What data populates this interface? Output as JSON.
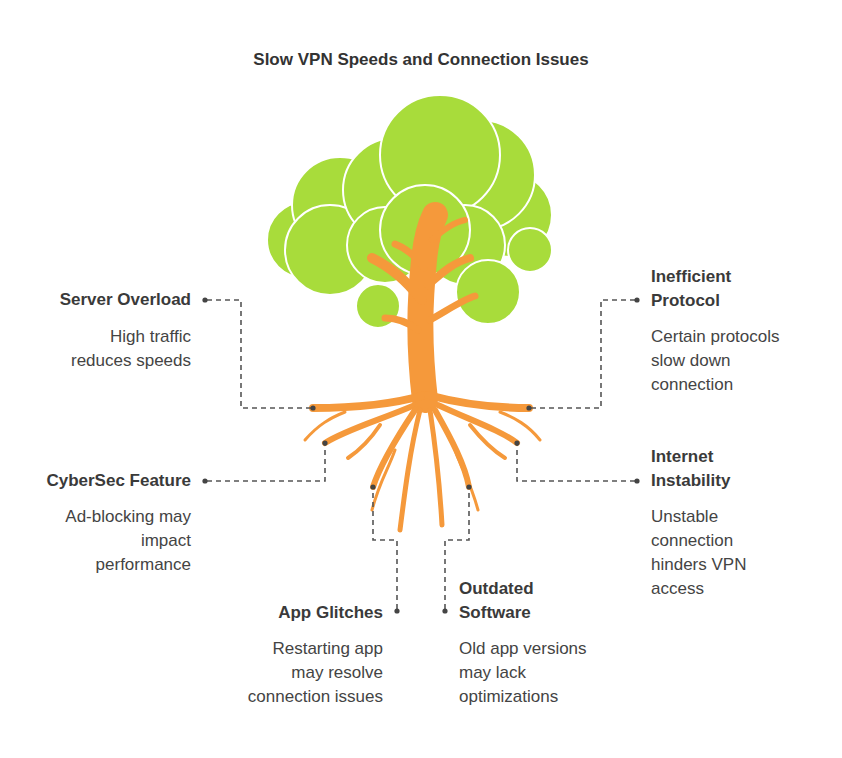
{
  "diagram": {
    "title": "Slow VPN Speeds and Connection Issues",
    "labels": [
      "Server Overload",
      "High traffic reduces speeds",
      "Inefficient Protocol",
      "Certain protocols slow down connection",
      "CyberSec Feature",
      "Ad-blocking may impact performance",
      "Internet Instability",
      "Unstable connection hinders VPN access",
      "App Glitches",
      "Restarting app may resolve connection issues",
      "Outdated Software",
      "Old app versions may lack optimizations"
    ]
  }
}
